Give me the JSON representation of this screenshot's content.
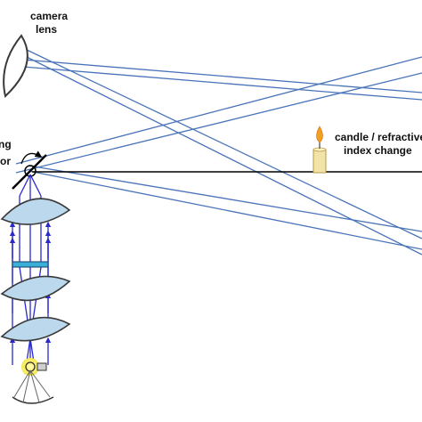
{
  "labels": {
    "camera_lens_line1": "camera",
    "camera_lens_line2": "lens",
    "mirror_line1": "ng",
    "mirror_line2": "or",
    "object_line1": "candle / refractive",
    "object_line2": "index change"
  },
  "colors": {
    "ray": "#4a74b8",
    "beam": "#2a2acc",
    "lens_fill": "#bcd8ec",
    "lens_stroke": "#3a3a3a",
    "axis": "#000000",
    "filter": "#3ab0d6",
    "candle_body": "#f2e3a6",
    "flame": "#f0a020",
    "lamp_glow": "#fff06a"
  },
  "components": [
    {
      "name": "camera-lens",
      "icon": "lens-icon"
    },
    {
      "name": "scanning-mirror",
      "icon": "mirror-icon"
    },
    {
      "name": "condenser-lens-top",
      "icon": "lens-icon"
    },
    {
      "name": "filter",
      "icon": "filter-icon"
    },
    {
      "name": "condenser-lens-middle",
      "icon": "lens-icon"
    },
    {
      "name": "condenser-lens-bottom",
      "icon": "lens-icon"
    },
    {
      "name": "light-source",
      "icon": "lamp-icon"
    },
    {
      "name": "candle",
      "icon": "candle-icon"
    }
  ]
}
